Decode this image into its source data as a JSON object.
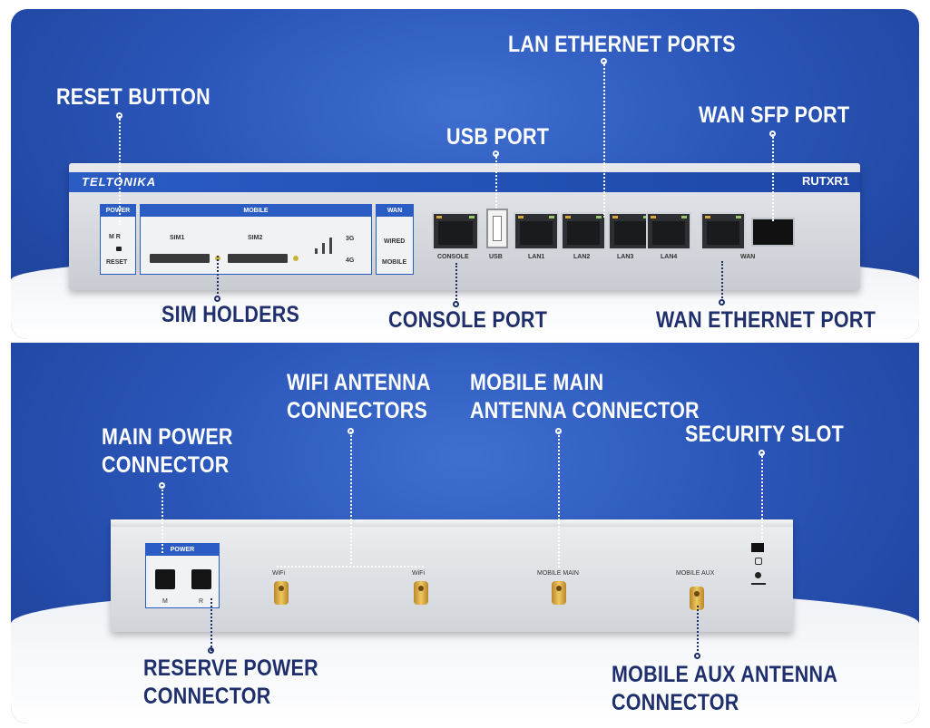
{
  "labels": {
    "reset_button": "RESET BUTTON",
    "lan_ethernet_ports": "LAN ETHERNET PORTS",
    "usb_port": "USB PORT",
    "wan_sfp_port": "WAN SFP PORT",
    "sim_holders": "SIM HOLDERS",
    "console_port": "CONSOLE PORT",
    "wan_ethernet_port": "WAN ETHERNET PORT",
    "wifi_antenna_connectors": [
      "WIFI ANTENNA",
      "CONNECTORS"
    ],
    "mobile_main_antenna_connector": [
      "MOBILE MAIN",
      "ANTENNA CONNECTOR"
    ],
    "security_slot": "SECURITY SLOT",
    "main_power_connector": [
      "MAIN POWER",
      "CONNECTOR"
    ],
    "reserve_power_connector": [
      "RESERVE POWER",
      "CONNECTOR"
    ],
    "mobile_aux_antenna_connector": [
      "MOBILE AUX ANTENNA",
      "CONNECTOR"
    ]
  },
  "device_front": {
    "brand": "TELTONIKA",
    "model": "RUTXR1",
    "power_box": {
      "header": "POWER",
      "leds": "M   R",
      "reset": "RESET"
    },
    "mobile_box": {
      "header": "MOBILE",
      "sim1": "SIM1",
      "sim2": "SIM2",
      "net_3g": "3G",
      "net_4g": "4G"
    },
    "wan_box": {
      "header": "WAN",
      "wired": "WIRED",
      "mobile": "MOBILE"
    },
    "ports": {
      "console": "CONSOLE",
      "usb": "USB",
      "lan1": "LAN1",
      "lan2": "LAN2",
      "lan3": "LAN3",
      "lan4": "LAN4",
      "wan": "WAN"
    }
  },
  "device_back": {
    "power_box": {
      "header": "POWER",
      "m": "M",
      "r": "R"
    },
    "wifi1": "WiFi",
    "wifi2": "WiFi",
    "mobile_main": "MOBILE MAIN",
    "mobile_aux": "MOBILE AUX"
  },
  "colors": {
    "panel_blue": "#2a55b8",
    "label_dark": "#1e2f6c",
    "brand_blue": "#2a5cc4"
  }
}
